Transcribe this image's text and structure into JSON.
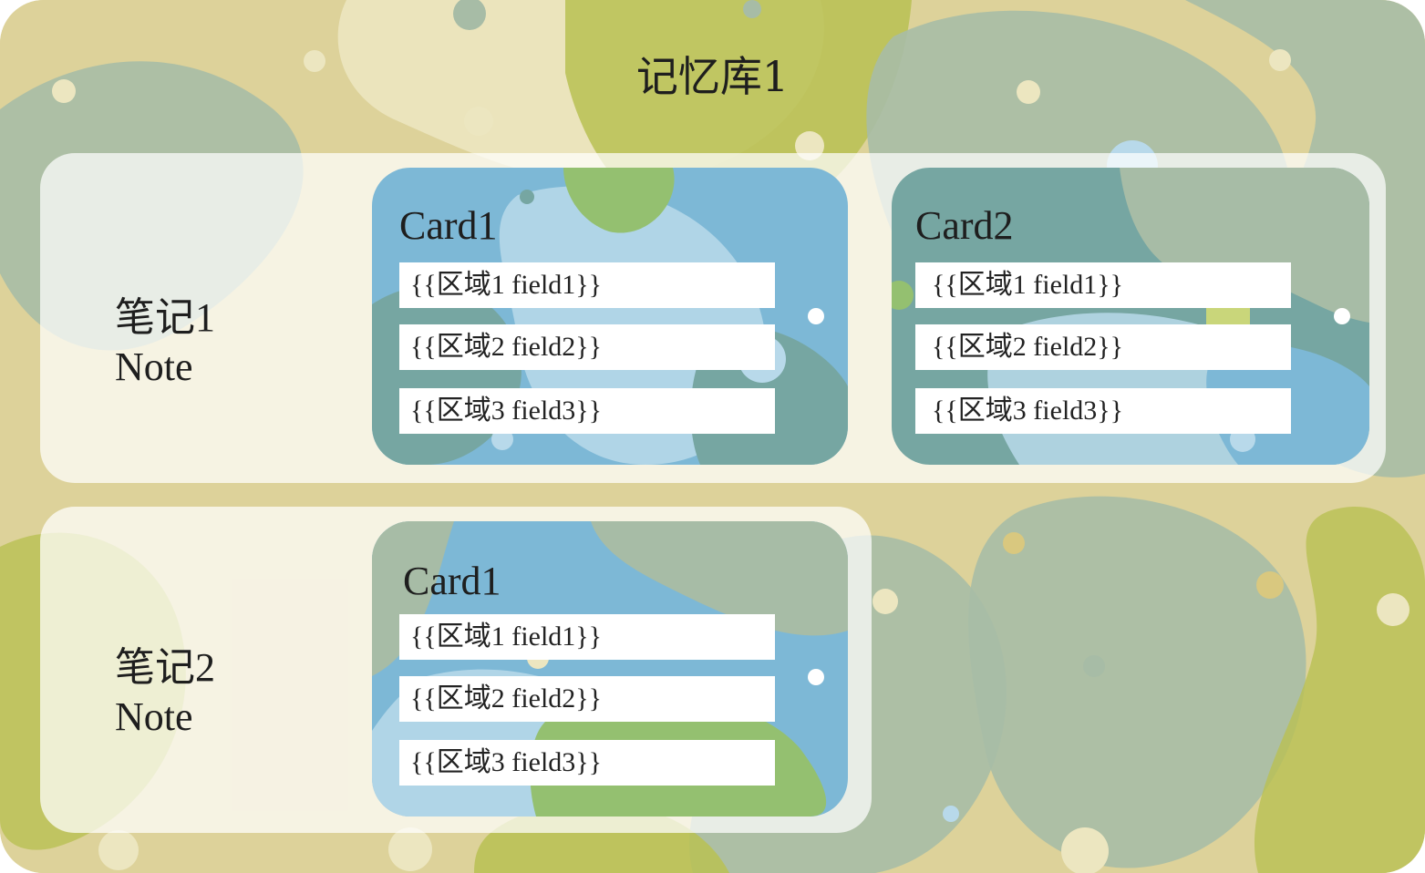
{
  "deck": {
    "title": "记忆库1"
  },
  "notes": [
    {
      "label_line1": "笔记1",
      "label_line2": "Note",
      "cards": [
        {
          "title": "Card1",
          "fields": [
            "{{区域1 field1}}",
            "{{区域2 field2}}",
            "{{区域3 field3}}"
          ]
        },
        {
          "title": "Card2",
          "fields": [
            "{{区域1 field1}}",
            "{{区域2 field2}}",
            "{{区域3 field3}}"
          ]
        }
      ]
    },
    {
      "label_line1": "笔记2",
      "label_line2": "Note",
      "cards": [
        {
          "title": "Card1",
          "fields": [
            "{{区域1 field1}}",
            "{{区域2 field2}}",
            "{{区域3 field3}}"
          ]
        }
      ]
    }
  ],
  "colors": {
    "background_sand": "#ddd29a",
    "background_sage": "#a7bca6",
    "background_olive": "#b9c152",
    "card_blue": "#7db8d6",
    "card_teal": "#76a6a2",
    "panel_white": "#ffffff"
  }
}
